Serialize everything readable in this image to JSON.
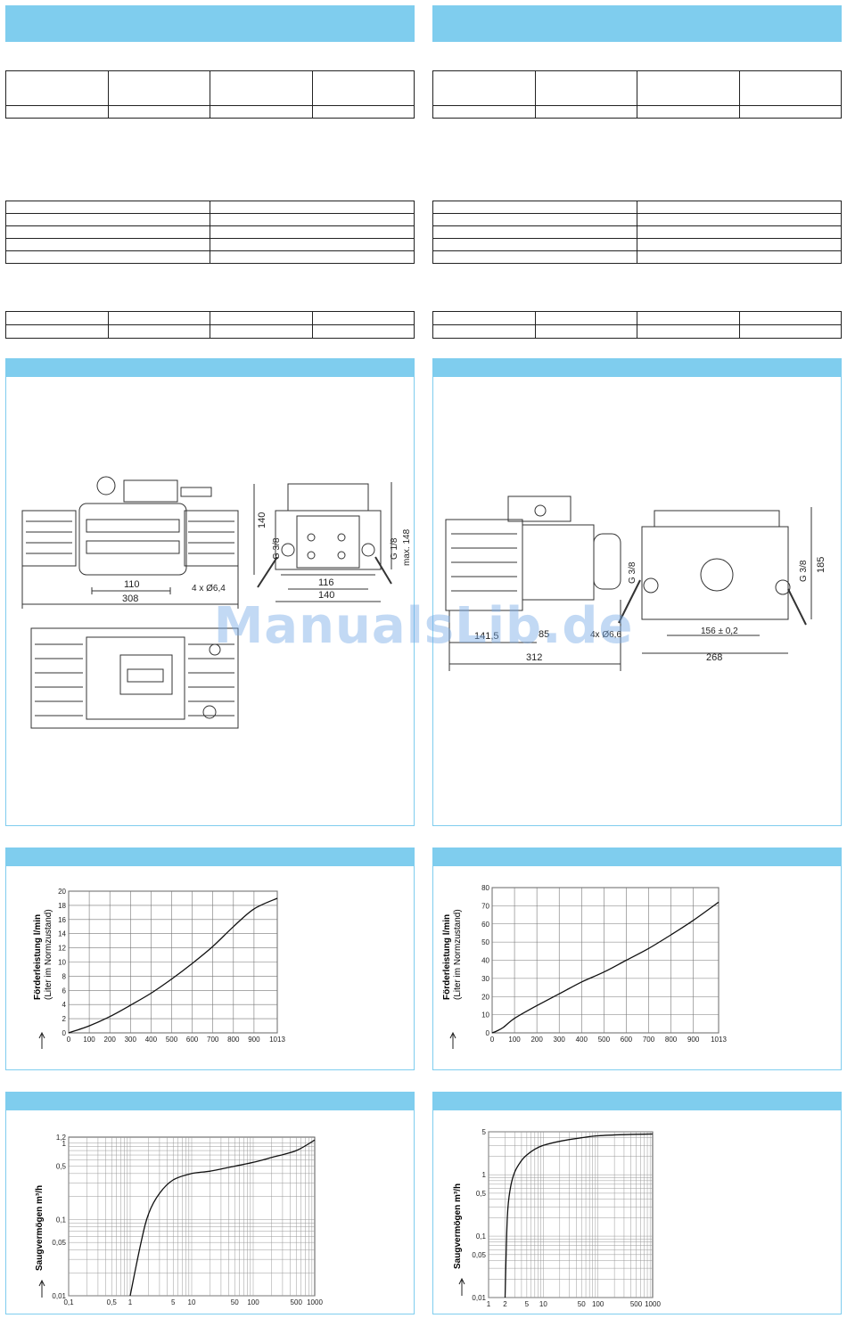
{
  "watermark": "ManualsLib.de",
  "colors": {
    "accent": "#7fcdee",
    "line": "#222222"
  },
  "left": {
    "drawing_dims": [
      "140",
      "G 3/8",
      "G 1/8",
      "max. 148",
      "110",
      "308",
      "4 x Ø6,4",
      "116",
      "140"
    ],
    "chart_flow": {
      "ylabel": "Förderleistung l/min",
      "ylabel2": "(Liter im Normzustand)"
    },
    "chart_speed": {
      "ylabel": "Saugvermögen m³/h"
    }
  },
  "right": {
    "drawing_dims": [
      "185",
      "G 3/8",
      "G 3/8",
      "141,5",
      "85",
      "312",
      "4x Ø6,6",
      "156 ± 0,2",
      "268"
    ],
    "chart_flow": {
      "ylabel": "Förderleistung l/min",
      "ylabel2": "(Liter im Normzustand)"
    },
    "chart_speed": {
      "ylabel": "Saugvermögen m³/h"
    }
  },
  "chart_data": [
    {
      "type": "line",
      "x": [
        0,
        100,
        200,
        300,
        400,
        500,
        600,
        700,
        800,
        900,
        1013
      ],
      "series": [
        {
          "values": [
            0,
            1.0,
            2.3,
            3.9,
            5.6,
            7.6,
            9.8,
            12.2,
            15.0,
            17.5,
            19.0
          ]
        }
      ],
      "xticks": [
        "0",
        "100",
        "200",
        "300",
        "400",
        "500",
        "600",
        "700",
        "800",
        "900",
        "1013"
      ],
      "yticks": [
        "0",
        "2",
        "4",
        "6",
        "8",
        "10",
        "12",
        "14",
        "16",
        "18",
        "20"
      ],
      "ylabel": "Förderleistung l/min",
      "ylabel2": "(Liter im Normzustand)",
      "xlim": [
        0,
        1013
      ],
      "ylim": [
        0,
        20
      ],
      "grid": true
    },
    {
      "type": "line",
      "x": [
        0,
        20,
        50,
        100,
        200,
        300,
        400,
        500,
        600,
        700,
        800,
        900,
        1013
      ],
      "series": [
        {
          "values": [
            0,
            1,
            3,
            8,
            15,
            21.5,
            28,
            33.5,
            40,
            46.5,
            54,
            62,
            72
          ]
        }
      ],
      "xticks": [
        "0",
        "100",
        "200",
        "300",
        "400",
        "500",
        "600",
        "700",
        "800",
        "900",
        "1013"
      ],
      "yticks": [
        "0",
        "10",
        "20",
        "30",
        "40",
        "50",
        "60",
        "70",
        "80"
      ],
      "ylabel": "Förderleistung l/min",
      "ylabel2": "(Liter im Normzustand)",
      "xlim": [
        0,
        1013
      ],
      "ylim": [
        0,
        80
      ],
      "grid": true
    },
    {
      "type": "line",
      "xscale": "log",
      "yscale": "log",
      "x": [
        1,
        1.5,
        2,
        3,
        5,
        10,
        20,
        50,
        100,
        200,
        500,
        1000
      ],
      "series": [
        {
          "values": [
            0.01,
            0.05,
            0.12,
            0.22,
            0.33,
            0.4,
            0.43,
            0.5,
            0.56,
            0.65,
            0.8,
            1.1
          ]
        }
      ],
      "xticks": [
        "0,1",
        "0,5",
        "1",
        "5",
        "10",
        "50",
        "100",
        "500",
        "1000"
      ],
      "yticks": [
        "0,01",
        "0,05",
        "0,1",
        "0,5",
        "1",
        "1,2"
      ],
      "ylabel": "Saugvermögen m³/h",
      "xlim": [
        0.1,
        1000
      ],
      "ylim": [
        0.01,
        1.2
      ],
      "grid": true
    },
    {
      "type": "line",
      "xscale": "log",
      "yscale": "log",
      "x": [
        2,
        2.2,
        2.5,
        3,
        4,
        5,
        7,
        10,
        20,
        50,
        100,
        300,
        1000
      ],
      "series": [
        {
          "values": [
            0.01,
            0.2,
            0.6,
            1.1,
            1.7,
            2.1,
            2.6,
            3.0,
            3.5,
            4.0,
            4.3,
            4.5,
            4.6
          ]
        }
      ],
      "xticks": [
        "1",
        "2",
        "5",
        "10",
        "50",
        "100",
        "500",
        "1000"
      ],
      "yticks": [
        "0,01",
        "0,05",
        "0,1",
        "0,5",
        "1",
        "5"
      ],
      "ylabel": "Saugvermögen m³/h",
      "xlim": [
        1,
        1000
      ],
      "ylim": [
        0.01,
        5
      ],
      "grid": true
    }
  ]
}
